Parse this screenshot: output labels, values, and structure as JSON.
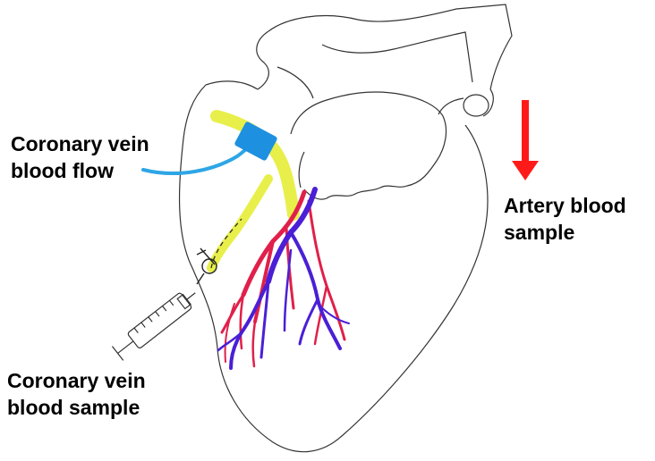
{
  "labels": {
    "coronary_vein_flow": {
      "line1": "Coronary vein",
      "line2": "blood flow"
    },
    "artery_sample": {
      "line1": "Artery blood",
      "line2": "sample"
    },
    "coronary_vein_sample": {
      "line1": "Coronary vein",
      "line2": "blood sample"
    }
  },
  "colors": {
    "outline": "#333333",
    "catheter": "#e8ef4a",
    "cuff": "#1e90e0",
    "vein_tube": "#2ea6e6",
    "artery_vessels": "#e0204a",
    "vein_vessels": "#4a1fd6",
    "arrow": "#ff1a1a"
  }
}
